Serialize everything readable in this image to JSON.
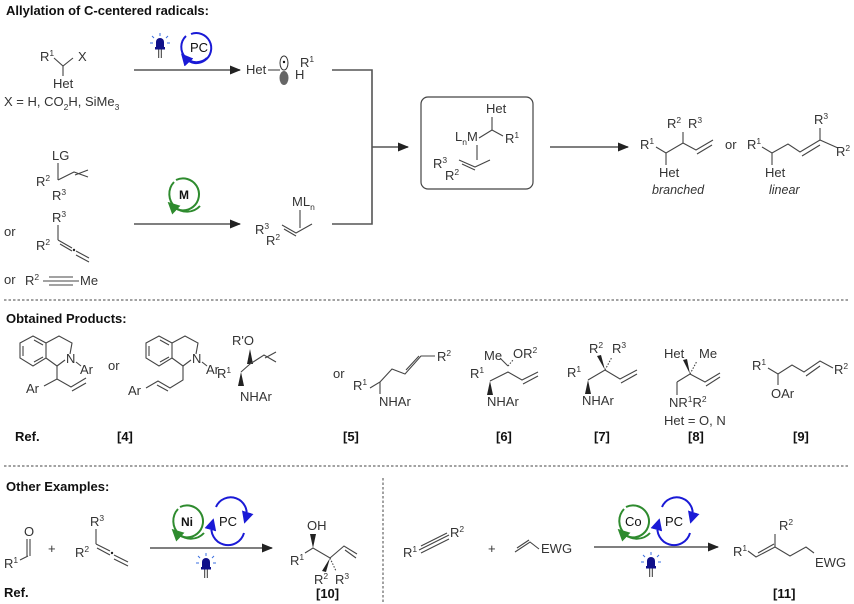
{
  "sections": {
    "allylation": {
      "title": "Allylation of C-centered radicals:",
      "substrate1": {
        "r1": "R",
        "r1_sup": "1",
        "x": "X",
        "het": "Het"
      },
      "x_definition": {
        "prefix": "X = H, CO",
        "sub1": "2",
        "mid": "H, SiMe",
        "sub2": "3"
      },
      "catalyst_pc": "PC",
      "catalyst_m": "M",
      "radical": {
        "het": "Het",
        "r": "R",
        "r_sup": "1",
        "h": "H"
      },
      "allyl_precursors": {
        "lg": "LG",
        "r2": "R",
        "r2_sup": "2",
        "r3": "R",
        "r3_sup": "3",
        "or1": "or",
        "or2": "or",
        "me": "Me"
      },
      "allyl_metal": {
        "ml": "ML",
        "ml_sub": "n",
        "r3": "R",
        "r3_sup": "3",
        "r2": "R",
        "r2_sup": "2"
      },
      "intermediate": {
        "het": "Het",
        "lnm_l": "L",
        "lnm_sub": "n",
        "lnm_m": "M",
        "r1": "R",
        "r1_sup": "1",
        "r3": "R",
        "r3_sup": "3",
        "r2": "R",
        "r2_sup": "2"
      },
      "products": {
        "branched_label": "branched",
        "linear_label": "linear",
        "or": "or",
        "r1": "R",
        "r1_sup": "1",
        "r2": "R",
        "r2_sup": "2",
        "r3": "R",
        "r3_sup": "3",
        "het": "Het"
      }
    },
    "obtained": {
      "title": "Obtained Products:",
      "ref_label": "Ref.",
      "or": "or",
      "refs": [
        "[4]",
        "[5]",
        "[6]",
        "[7]",
        "[8]",
        "[9]"
      ],
      "labels": {
        "n": "N",
        "ar": "Ar",
        "rprime_o": "R'O",
        "r": "R",
        "nhar": "NHAr",
        "me": "Me",
        "or2": "OR",
        "het": "Het",
        "nr1r2_a": "NR",
        "nr1r2_b": "R",
        "het_def": "Het = O, N",
        "oar": "OAr",
        "sup1": "1",
        "sup2": "2",
        "sup3": "3"
      }
    },
    "other": {
      "title": "Other Examples:",
      "ref_label": "Ref.",
      "plus": "+",
      "catalysts_left": [
        "Ni",
        "PC"
      ],
      "catalysts_right": [
        "Co",
        "PC"
      ],
      "refs": [
        "[10]",
        "[11]"
      ],
      "labels": {
        "o": "O",
        "r": "R",
        "oh": "OH",
        "ewg": "EWG",
        "sup1": "1",
        "sup2": "2",
        "sup3": "3"
      }
    }
  },
  "colors": {
    "photocatalyst_blue": "#1a1ad6",
    "metal_green": "#2e8b2e",
    "led_blue": "#10108a"
  }
}
